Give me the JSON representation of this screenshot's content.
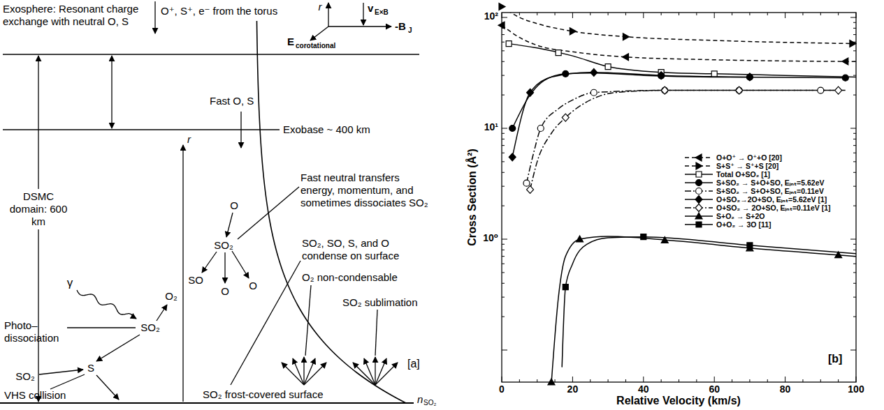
{
  "diagram": {
    "labels": [
      "Exosphere: Resonant charge exchange with neutral O, S",
      "O⁺, S⁺, e⁻ from the torus",
      "r",
      "v",
      "E×B",
      "-B",
      "J",
      "E",
      "corotational",
      "Fast O, S",
      "Exobase ~ 400 km",
      "DSMC domain: 600 km",
      "r",
      "O",
      "Fast neutral transfers energy, momentum, and sometimes dissociates SO₂",
      "SO₂",
      "SO",
      "O",
      "O",
      "SO₂, SO, S, and O condense on surface",
      "O₂ non-condensable",
      "γ",
      "Photo–dissociation",
      "SO₂",
      "O₂",
      "S",
      "SO₂",
      "VHS collision",
      "SO₂ sublimation",
      "SO₂ frost-covered surface",
      "n",
      "SO₂",
      "[a]",
      "Cross Section (Å²)",
      "Relative Velocity (km/s)",
      "0",
      "20",
      "40",
      "60",
      "80",
      "100",
      "10²",
      "10¹",
      "10⁰",
      "[b]"
    ],
    "legend": [
      {
        "text": "O+O⁺ → O⁺+O [20]"
      },
      {
        "text": "S+S⁺ → S⁺+S [20]"
      },
      {
        "text": "Total O+SO₂ [1]"
      },
      {
        "text": "S+SO₂ → S+O+SO, Eᵢₙₜ=5.62eV"
      },
      {
        "text": "S+SO₂ → S+O+SO, Eᵢₙₜ=0.11eV"
      },
      {
        "text": "O+SO₂→2O+SO, Eᵢₙₜ=5.62eV [1]"
      },
      {
        "text": "O+SO₂ → 2O+SO, Eᵢₙₜ=0.11eV [1]"
      },
      {
        "text": "S+O₂ → S+2O"
      },
      {
        "text": "O+O₂ → 3O [11]"
      }
    ]
  }
}
